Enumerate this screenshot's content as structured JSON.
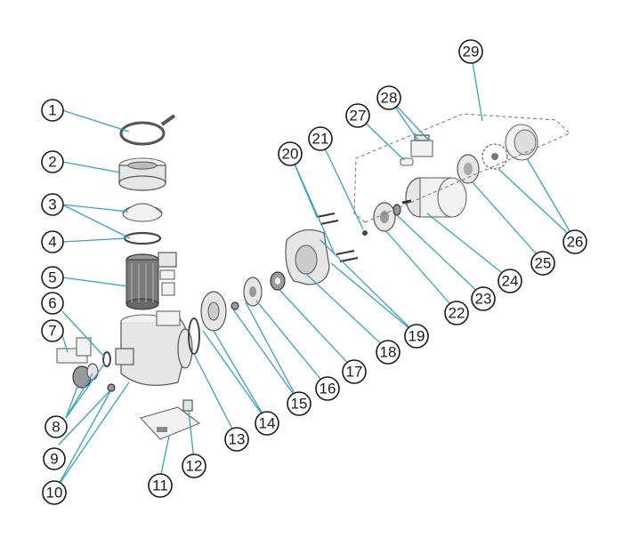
{
  "callouts": [
    "1",
    "2",
    "3",
    "4",
    "5",
    "6",
    "7",
    "8",
    "9",
    "10",
    "11",
    "12",
    "13",
    "14",
    "15",
    "16",
    "17",
    "18",
    "19",
    "20",
    "21",
    "22",
    "23",
    "24",
    "25",
    "26",
    "27",
    "28",
    "29"
  ],
  "colors": {
    "leader": "#3aa0c8",
    "outline": "#1a1a1a"
  }
}
